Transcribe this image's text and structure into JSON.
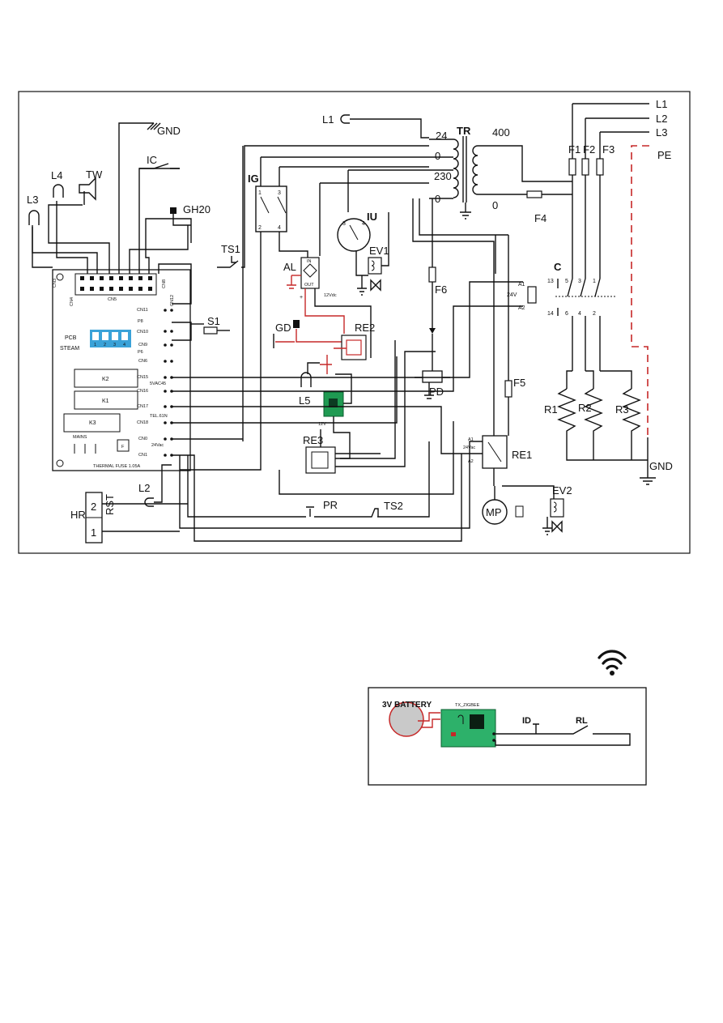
{
  "main_diagram": {
    "labels": {
      "gnd_top": "GND",
      "ic": "IC",
      "l4": "L4",
      "tw": "TW",
      "l3_left": "L3",
      "gh20": "GH20",
      "ts1": "TS1",
      "s1": "S1",
      "l1_lamp": "L1",
      "ig": "IG",
      "al": "AL",
      "iu": "IU",
      "ev1": "EV1",
      "tr": "TR",
      "tr_24": "24",
      "tr_0a": "0",
      "tr_230": "230",
      "tr_0b": "0",
      "tr_400": "400",
      "tr_0c": "0",
      "f4": "F4",
      "f6": "F6",
      "gd": "GD",
      "re2": "RE2",
      "l5": "L5",
      "pd": "PD",
      "re3": "RE3",
      "f5": "F5",
      "re1": "RE1",
      "mp": "MP",
      "ev2": "EV2",
      "pr": "PR",
      "ts2": "TS2",
      "l2_lamp": "L2",
      "hr": "HR",
      "rst": "RST",
      "l1": "L1",
      "l2": "L2",
      "l3": "L3",
      "pe": "PE",
      "f1": "F1",
      "f2": "F2",
      "f3": "F3",
      "c": "C",
      "a1": "A1",
      "a2": "A2",
      "coil_24v": "24V",
      "r1": "R1",
      "r2": "R2",
      "r3": "R3",
      "gnd_right": "GND",
      "al_12vdc": "12Vdc",
      "al_in": "IN",
      "al_out": "OUT"
    },
    "pcb": {
      "title_1": "PCB",
      "title_2": "STEAM",
      "k2": "K2",
      "k1": "K1",
      "k3": "K3",
      "mains": "MAINS",
      "f": "F",
      "thermal_fuse": "THERMAL FUSE 1.05A",
      "cn5": "CN5",
      "cn3": "CN3",
      "cn4": "CN4",
      "cn8": "CN8",
      "cn12": "CN12",
      "cn11": "CN11",
      "cn10": "CN10",
      "cn9": "CN9",
      "cn6": "CN6",
      "cn15": "CN15",
      "cn16": "CN16",
      "cn17": "CN17",
      "cn18": "CN18",
      "cn0": "CN0",
      "cn1": "CN1",
      "p8": "P8",
      "p6": "P6",
      "svac": "5VAC45",
      "tel": "TEL.61N",
      "v24": "24Vac",
      "dip": [
        "1",
        "2",
        "3",
        "4"
      ]
    },
    "contactor_terminals": [
      "13",
      "5",
      "3",
      "1",
      "14",
      "6",
      "4",
      "2"
    ],
    "re1_labels": [
      "A1",
      "24Vac",
      "A2"
    ],
    "re2_module": "12V",
    "hr_terminals": [
      "2",
      "1"
    ]
  },
  "secondary_diagram": {
    "battery": "3V BATTERY",
    "module": "TX_ZIGBEE",
    "id": "ID",
    "rl": "RL",
    "wifi_icon": "wifi-icon"
  }
}
